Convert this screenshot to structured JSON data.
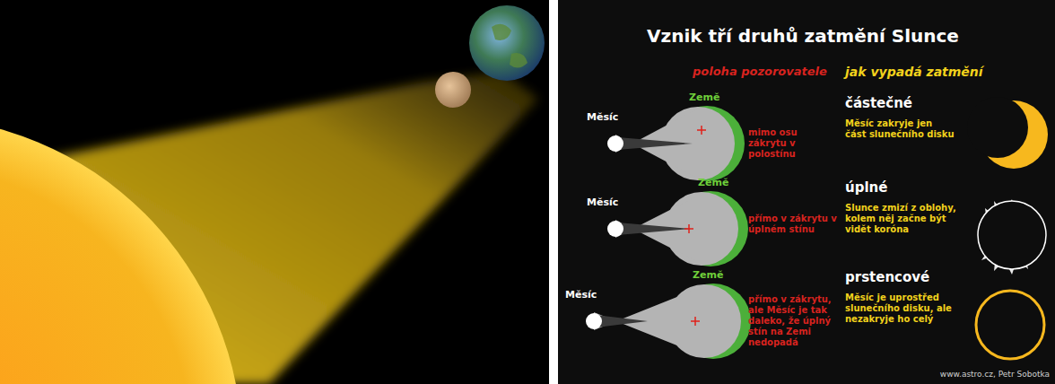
{
  "diagram": {
    "title": "Vznik tří druhů zatmění Slunce",
    "labels": [
      "poloha pozorovatele",
      "jak vypadá zatmění",
      "Měsíc",
      "Země",
      "mimo osu zákrytu v polostínu",
      "částečné",
      "Měsíc zakryje jen část slunečního disku",
      "Měsíc",
      "Země",
      "přímo v zákrytu v úplném stínu",
      "úplné",
      "Slunce zmizí z oblohy, kolem něj začne být vidět koróna",
      "Měsíc",
      "Země",
      "přímo v zákrytu, ale Měsíc je tak daleko, že úplný stín na Zemi nedopadá",
      "prstencové",
      "Měsíc je uprostřed slunečního disku, ale nezakryje ho celý",
      "www.astro.cz, Petr Sobotka"
    ]
  }
}
